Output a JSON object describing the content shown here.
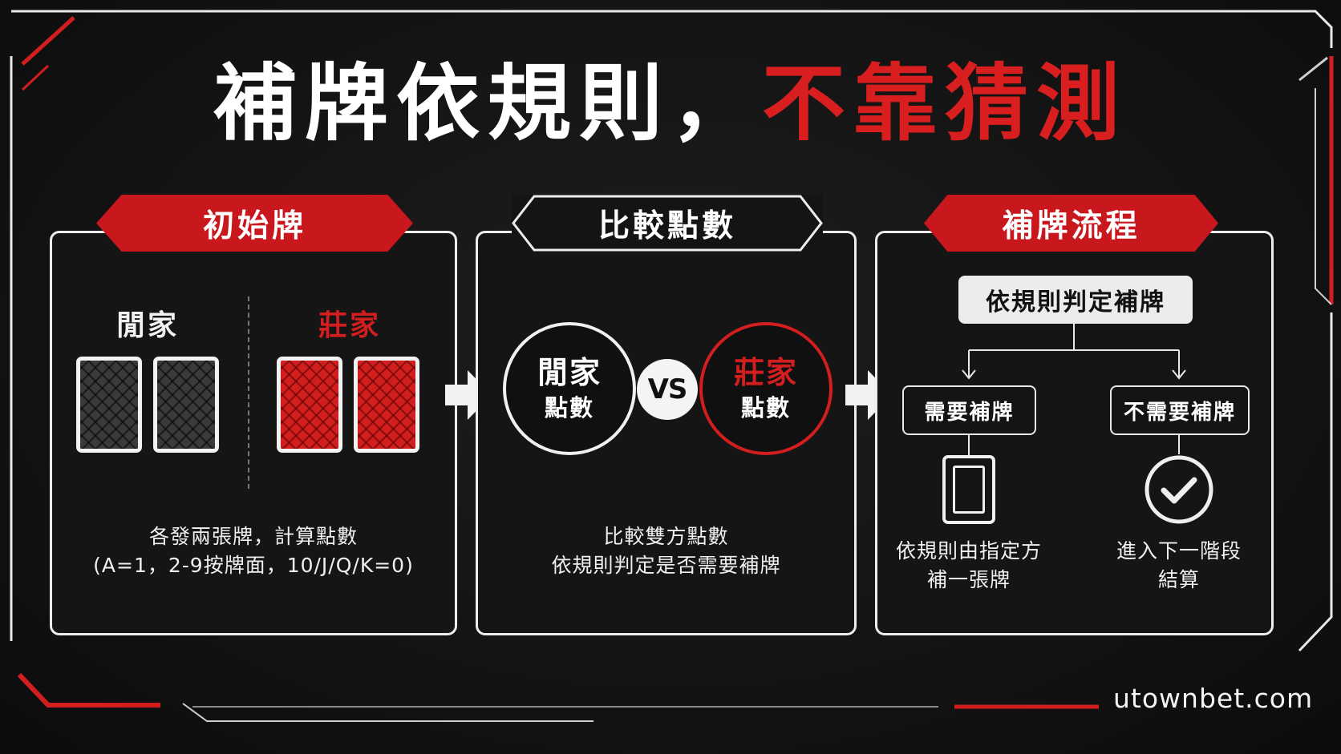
{
  "title": {
    "part_white": "補牌依規則，",
    "part_red": "不靠猜測"
  },
  "colors": {
    "accent_red": "#d21e1e",
    "panel_border": "#ededed",
    "background": "#141414"
  },
  "steps": [
    {
      "header": "初始牌",
      "player_label": "閒家",
      "banker_label": "莊家",
      "description_line1": "各發兩張牌，計算點數",
      "description_line2": "(A=1，2-9按牌面，10/J/Q/K=0)"
    },
    {
      "header": "比較點數",
      "player_circle": {
        "top": "閒家",
        "bottom": "點數"
      },
      "vs_label": "VS",
      "banker_circle": {
        "top": "莊家",
        "bottom": "點數"
      },
      "description_line1": "比較雙方點數",
      "description_line2": "依規則判定是否需要補牌"
    },
    {
      "header": "補牌流程",
      "decision": "依規則判定補牌",
      "yes_branch": "需要補牌",
      "no_branch": "不需要補牌",
      "yes_result_line1": "依規則由指定方",
      "yes_result_line2": "補一張牌",
      "no_result_line1": "進入下一階段",
      "no_result_line2": "結算"
    }
  ],
  "icons": [
    "card-back-icon",
    "arrow-right-icon",
    "phone-card-icon",
    "check-circle-icon"
  ],
  "brand": "utownbet.com"
}
